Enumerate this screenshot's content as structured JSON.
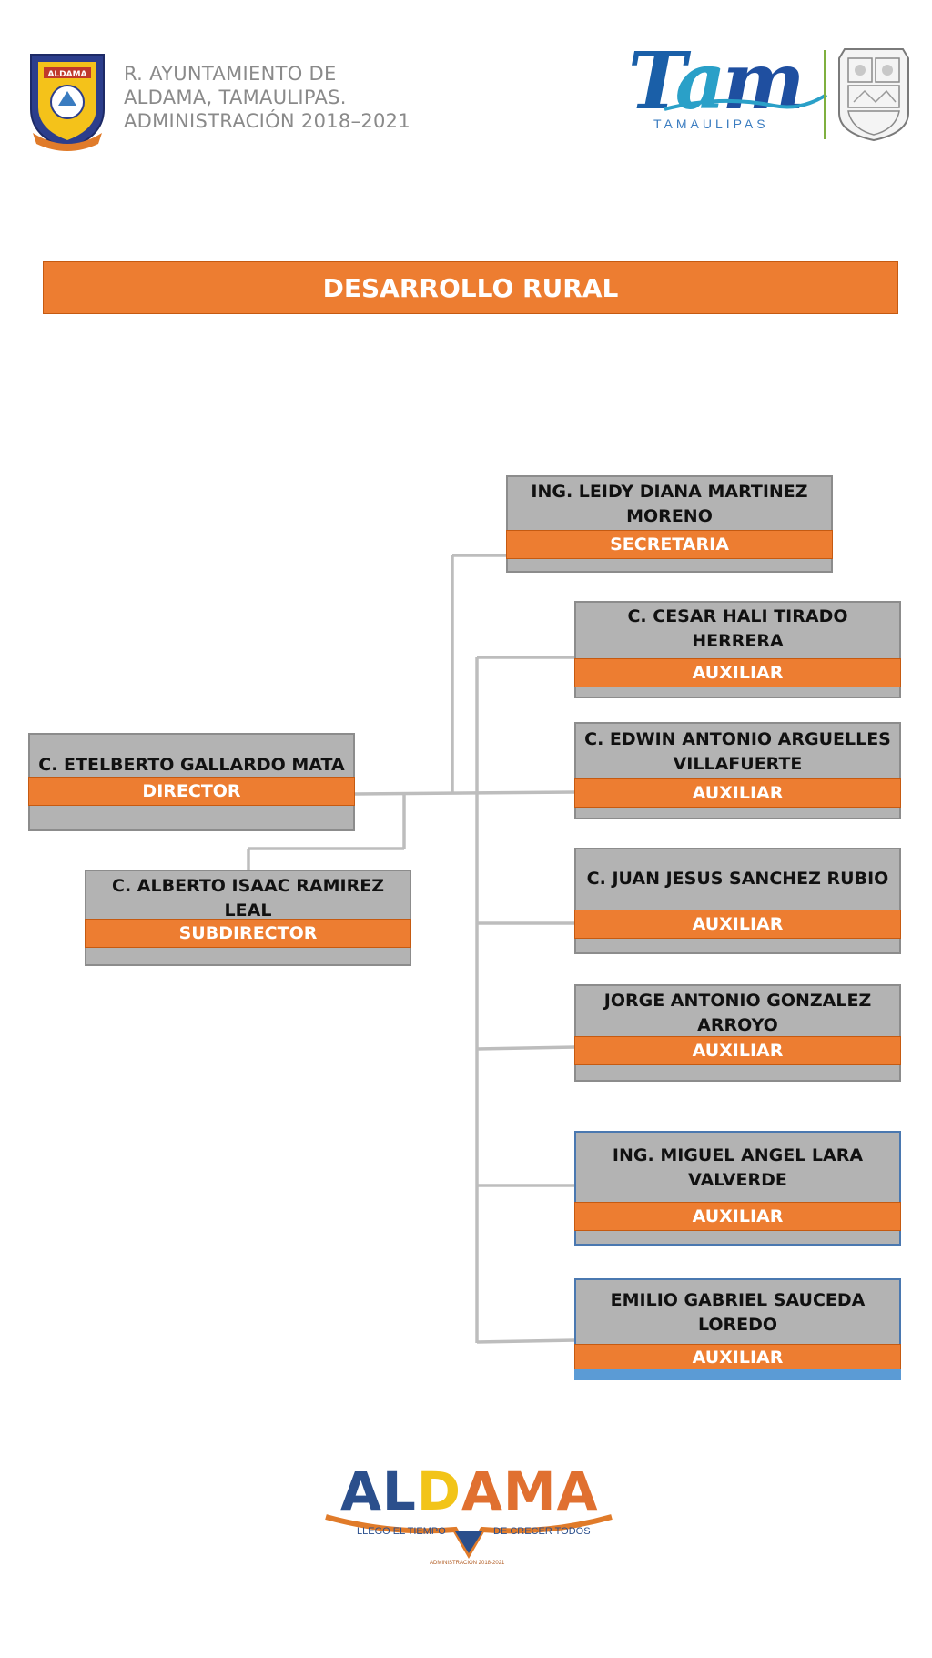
{
  "header": {
    "municipality_lines": [
      "R. AYUNTAMIENTO DE",
      "ALDAMA, TAMAULIPAS.",
      "ADMINISTRACIÓN  2018–2021"
    ],
    "left_seal_text": "ALDAMA",
    "tam_logo_text": "Tam",
    "tam_logo_subtext": "TAMAULIPAS"
  },
  "title": "DESARROLLO RURAL",
  "org": {
    "director": {
      "name": "C.  ETELBERTO GALLARDO MATA",
      "role": "DIRECTOR"
    },
    "subdirector": {
      "name": "C. ALBERTO ISAAC RAMIREZ LEAL",
      "role": "SUBDIRECTOR"
    },
    "secretaria": {
      "name": "ING. LEIDY DIANA MARTINEZ MORENO",
      "role": "SECRETARIA"
    },
    "auxiliares": [
      {
        "name": "C. CESAR HALI TIRADO HERRERA",
        "role": "AUXILIAR"
      },
      {
        "name": "C. EDWIN ANTONIO ARGUELLES VILLAFUERTE",
        "role": "AUXILIAR"
      },
      {
        "name": "C. JUAN JESUS SANCHEZ RUBIO",
        "role": "AUXILIAR"
      },
      {
        "name": "JORGE ANTONIO GONZALEZ ARROYO",
        "role": "AUXILIAR"
      },
      {
        "name": "ING. MIGUEL ANGEL LARA VALVERDE",
        "role": "AUXILIAR"
      },
      {
        "name": "EMILIO GABRIEL SAUCEDA LOREDO",
        "role": "AUXILIAR"
      }
    ]
  },
  "footer": {
    "logo_word": "ALDAMA",
    "tagline_left": "LLEGO EL TIEMPO",
    "tagline_right": "DE CRECER TODOS",
    "admin_small": "ADMINISTRACIÓN 2018-2021"
  },
  "colors": {
    "accent_orange": "#ed7d31",
    "box_gray": "#b3b3b3",
    "connector_gray": "#bdbdbd",
    "strip_blue": "#5b9bd5"
  }
}
